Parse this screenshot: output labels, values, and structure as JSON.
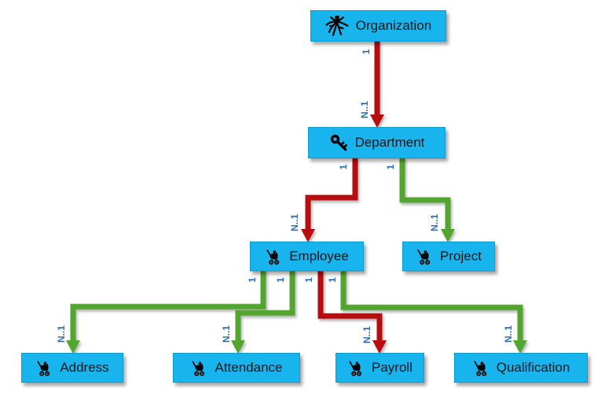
{
  "diagram": {
    "title": "",
    "colors": {
      "node_fill": "#18b4ee",
      "node_border": "#0c9cd4",
      "node_text": "#151515",
      "edge_red": "#b70c10",
      "edge_green": "#52a52f",
      "cardinality_blue": "#2f6eb6",
      "background": "#ffffff"
    },
    "nodes": [
      {
        "id": "organization",
        "label": "Organization",
        "icon": "roots-icon"
      },
      {
        "id": "department",
        "label": "Department",
        "icon": "key-icon"
      },
      {
        "id": "employee",
        "label": "Employee",
        "icon": "stroller-icon"
      },
      {
        "id": "project",
        "label": "Project",
        "icon": "stroller-icon"
      },
      {
        "id": "address",
        "label": "Address",
        "icon": "stroller-icon"
      },
      {
        "id": "attendance",
        "label": "Attendance",
        "icon": "stroller-icon"
      },
      {
        "id": "payroll",
        "label": "Payroll",
        "icon": "stroller-icon"
      },
      {
        "id": "qualification",
        "label": "Qualification",
        "icon": "stroller-icon"
      }
    ],
    "edges": [
      {
        "from": "Organization",
        "to": "Department",
        "color": "red",
        "source_label": "1",
        "target_label": "N..1"
      },
      {
        "from": "Department",
        "to": "Employee",
        "color": "red",
        "source_label": "1",
        "target_label": "N..1"
      },
      {
        "from": "Department",
        "to": "Project",
        "color": "green",
        "source_label": "1",
        "target_label": "N..1"
      },
      {
        "from": "Employee",
        "to": "Address",
        "color": "green",
        "source_label": "1",
        "target_label": "N..1"
      },
      {
        "from": "Employee",
        "to": "Attendance",
        "color": "green",
        "source_label": "1",
        "target_label": "N..1"
      },
      {
        "from": "Employee",
        "to": "Payroll",
        "color": "red",
        "source_label": "1",
        "target_label": "N..1"
      },
      {
        "from": "Employee",
        "to": "Qualification",
        "color": "green",
        "source_label": "1",
        "target_label": "N..1"
      }
    ]
  }
}
